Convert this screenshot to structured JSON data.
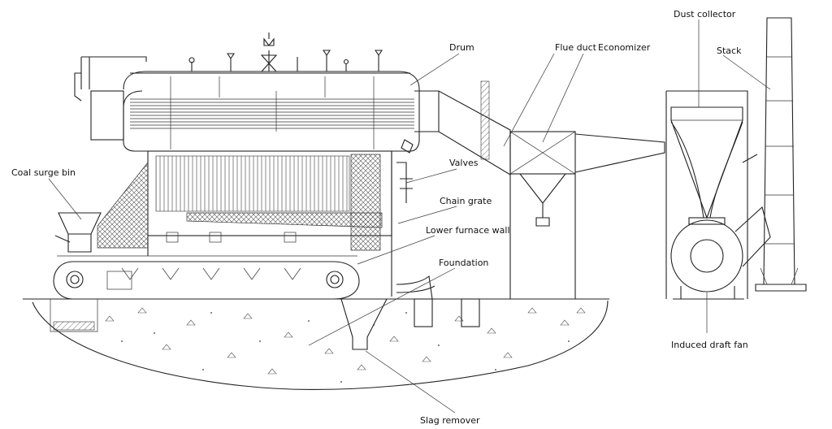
{
  "labels": {
    "dust_collector": "Dust collector",
    "stack": "Stack",
    "drum": "Drum",
    "flue_duct": "Flue duct",
    "economizer": "Economizer",
    "coal_surge_bin": "Coal surge bin",
    "valves": "Valves",
    "chain_grate": "Chain grate",
    "lower_furnace_wall": "Lower furnace wall",
    "foundation": "Foundation",
    "induced_draft_fan": "Induced draft fan",
    "slag_remover": "Slag remover"
  }
}
